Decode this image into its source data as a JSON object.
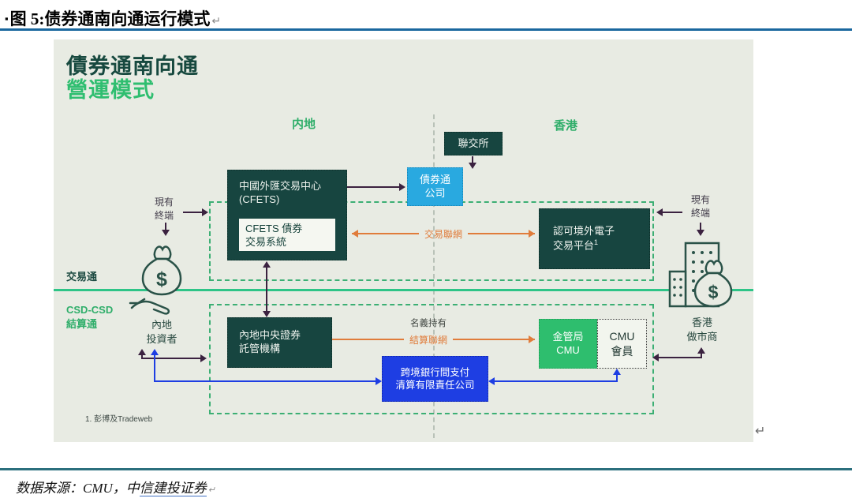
{
  "page": {
    "bullet": "▪",
    "figure_title": "图 5:债券通南向通运行模式",
    "return_mark": "↵",
    "source_prefix": "数据来源：CMU，中",
    "source_link": "信建投证券"
  },
  "diagram": {
    "brand_line1": "債券通南向通",
    "brand_line2": "營運模式",
    "region_mainland": "内地",
    "region_hongkong": "香港",
    "nodes": {
      "hkex": "聯交所",
      "bcco_line1": "債券通",
      "bcco_line2": "公司",
      "cfets_line1": "中國外匯交易中心",
      "cfets_line2": "(CFETS)",
      "cfets_sys_line1": "CFETS 債券",
      "cfets_sys_line2": "交易系統",
      "etp_line1": "認可境外電子",
      "etp_line2": "交易平台",
      "etp_sup": "1",
      "csdc_line1": "內地中央證券",
      "csdc_line2": "託管機構",
      "hkma_line1": "金管局",
      "hkma_line2": "CMU",
      "cmu_member_line1": "CMU",
      "cmu_member_line2": "會員",
      "cips_line1": "跨境銀行間支付",
      "cips_line2": "清算有限責任公司"
    },
    "labels": {
      "terminal_left_line1": "現有",
      "terminal_left_line2": "終端",
      "terminal_right_line1": "現有",
      "terminal_right_line2": "終端",
      "trade_link": "交易聯網",
      "nominal_holding": "名義持有",
      "settle_link": "結算聯網",
      "trade_channel": "交易通",
      "csd_line1": "CSD-CSD",
      "csd_line2": "結算通",
      "mainland_investor_line1": "內地",
      "mainland_investor_line2": "投資者",
      "hk_marketmaker_line1": "香港",
      "hk_marketmaker_line2": "做市商",
      "dollar": "$",
      "footnote": "1. 彭博及Tradeweb"
    },
    "colors": {
      "dark_teal": "#174540",
      "bright_green": "#2ebe6e",
      "sky_blue": "#29a9e0",
      "royal_blue": "#1e3ee3",
      "orange": "#e07c3b",
      "dark_purple": "#3b2240",
      "background": "#e8ebe3"
    }
  }
}
